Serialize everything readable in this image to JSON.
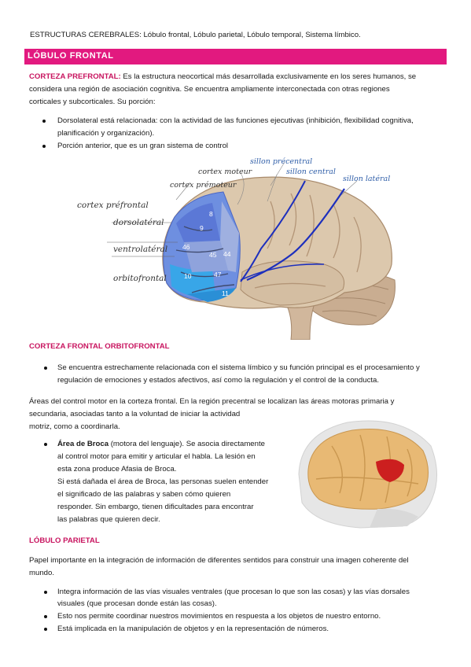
{
  "header": {
    "text": "ESTRUCTURAS CEREBRALES: Lóbulo frontal, Lóbulo parietal, Lóbulo temporal, Sistema límbico."
  },
  "banner": {
    "title": "LÓBULO FRONTAL"
  },
  "prefrontal": {
    "heading": "CORTEZA PREFRONTAL:",
    "line1": "Es la estructura neocortical más desarrollada exclusivamente en los seres humanos, se",
    "line2": "considera una región de asociación cognitiva. Se encuentra ampliamente interconectada con otras regiones",
    "line3": "corticales y subcorticales. Su porción:",
    "bullets": [
      {
        "line1": "Dorsolateral está relacionada: con la actividad de las funciones ejecutivas (inhibición, flexibilidad cognitiva,",
        "line2": "planificación y organización)."
      },
      {
        "line1": "Porción anterior, que es un gran sistema de control"
      }
    ]
  },
  "brain_figure": {
    "labels": {
      "cortex_prefrontal": "cortex préfrontal",
      "dorsolateral": "dorsolatéral",
      "ventrolateral": "ventrolatéral",
      "orbitofrontal": "orbitofrontal",
      "cortex_moteur": "cortex moteur",
      "cortex_premoteur": "cortex prémoteur",
      "sillon_precentral": "sillon précentral",
      "sillon_central": "sillon central",
      "sillon_lateral": "sillon latéral"
    },
    "areas": [
      "8",
      "9",
      "46",
      "45",
      "44",
      "47",
      "10",
      "11"
    ]
  },
  "orbitofrontal": {
    "heading": "CORTEZA FRONTAL ORBITOFRONTAL",
    "bullet_line1": "Se encuentra estrechamente relacionada con el sistema límbico y su función principal es el procesamiento y",
    "bullet_line2": "regulación de emociones y estados afectivos, así como la regulación y el control de la conducta."
  },
  "motor_areas": {
    "line1": "Áreas del control motor en la corteza frontal. En la región precentral se localizan las áreas motoras primaria y",
    "line2": "secundaria, asociadas tanto a la voluntad de iniciar la actividad",
    "line3": "motriz, como a coordinarla.",
    "broca_title": "Área de Broca",
    "broca_line1_rest": "(motora del lenguaje). Se asocia directamente",
    "broca_lines": [
      "al control motor para emitir y articular el habla. La lesión en",
      "esta zona produce Afasia de Broca.",
      "Si está dañada el área de Broca, las personas suelen entender",
      "el significado de las palabras y saben cómo quieren",
      "responder. Sin embargo, tienen dificultades para encontrar",
      "las palabras que quieren decir."
    ]
  },
  "parietal": {
    "heading": "LÓBULO PARIETAL",
    "intro_line1": "Papel importante en la integración de información de diferentes sentidos para construir una imagen coherente del",
    "intro_line2": "mundo.",
    "bullets": [
      {
        "line1": "Integra información de las vías visuales ventrales (que procesan lo que son las cosas) y las vías dorsales",
        "line2": "visuales (que procesan donde están las cosas)."
      },
      {
        "line1": "Esto nos permite coordinar nuestros movimientos en respuesta a los objetos de nuestro entorno."
      },
      {
        "line1": "Está implicada en la manipulación de objetos y en la representación de números."
      }
    ]
  },
  "colors": {
    "banner": "#e2197f",
    "heading": "#c8145f",
    "brain_blue": "#5b78d6",
    "broca_red": "#cc1f1f"
  }
}
